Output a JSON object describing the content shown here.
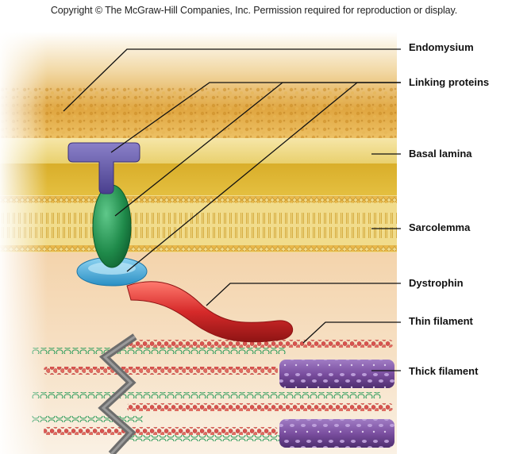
{
  "copyright": "Copyright © The McGraw-Hill Companies, Inc. Permission required for reproduction or display.",
  "labels": {
    "endomysium": "Endomysium",
    "linking_proteins": "Linking proteins",
    "basal_lamina": "Basal lamina",
    "sarcolemma": "Sarcolemma",
    "dystrophin": "Dystrophin",
    "thin_filament": "Thin filament",
    "thick_filament": "Thick filament"
  },
  "colors": {
    "endomysium": "#d9a23a",
    "basal_lamina": "#e2b62e",
    "sarcolemma": "#e9c85a",
    "cytoplasm": "#f3d9b8",
    "linking_protein_top": "#5a4f9e",
    "linking_protein_middle": "#1f8a4a",
    "linking_protein_bottom": "#3aa7d6",
    "dystrophin": "#d62a2a",
    "thin_filament": "#d9534f",
    "thick_filament": "#7b4fa0",
    "z_disc": "#777777"
  }
}
